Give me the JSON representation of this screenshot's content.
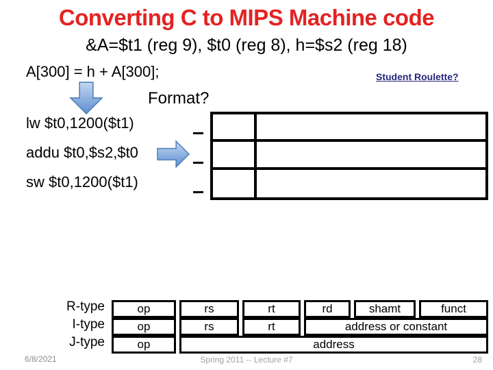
{
  "slide": {
    "title": "Converting C to MIPS Machine code",
    "subtitle": "&A=$t1 (reg 9), $t0 (reg 8), h=$s2 (reg 18)",
    "c_statement": "A[300] = h + A[300];",
    "link_label": "Student Roulette?",
    "format_question": "Format?",
    "instructions": [
      "lw $t0,1200($t1)",
      "addu $t0,$s2,$t0",
      "sw $t0,1200($t1)"
    ],
    "icons": [
      "down-block-arrow-icon",
      "right-block-arrow-icon"
    ]
  },
  "encoding_table": {
    "note": "3 empty rows, each with a narrow opcode cell and a wide operand cell",
    "rows": [
      [
        "",
        ""
      ],
      [
        "",
        ""
      ],
      [
        "",
        ""
      ]
    ]
  },
  "format_table": {
    "rows": [
      {
        "label": "R-type",
        "cells": [
          "op",
          "rs",
          "rt",
          "rd",
          "shamt",
          "funct"
        ]
      },
      {
        "label": "I-type",
        "cells": [
          "op",
          "rs",
          "rt",
          "address or constant"
        ]
      },
      {
        "label": "J-type",
        "cells": [
          "op",
          "address"
        ]
      }
    ]
  },
  "footer": {
    "date": "6/8/2021",
    "center": "Spring 2011 -- Lecture #7",
    "page": "28"
  },
  "colors": {
    "title_red": "#e32322",
    "link_navy": "#26267e",
    "arrow_light": "#b7cfed",
    "arrow_dark": "#5f8fd2",
    "arrow_border": "#4f81bb",
    "footer_gray": "#8c8c8c"
  }
}
